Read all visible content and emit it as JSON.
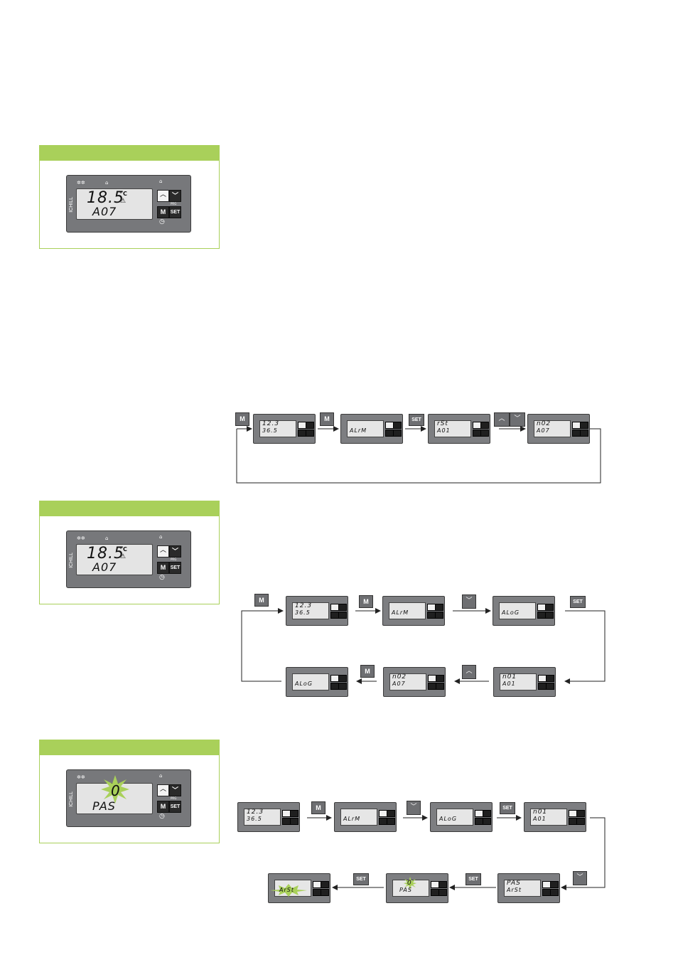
{
  "panels": [
    {
      "line1": "18.5",
      "unit": "°C",
      "line2": "A07",
      "brand": "ICHILL",
      "m_key": "M",
      "set_key": "SET",
      "prg": "PRG"
    },
    {
      "line1": "18.5",
      "unit": "°C",
      "line2": "A07",
      "brand": "ICHILL",
      "m_key": "M",
      "set_key": "SET",
      "prg": "PRG"
    },
    {
      "line1": "0",
      "line2": "PAS",
      "brand": "ICHILL",
      "m_key": "M",
      "set_key": "SET",
      "prg": "PRG"
    }
  ],
  "keys": {
    "m": "M",
    "set": "SET"
  },
  "flow1": {
    "screens": [
      {
        "l1": "12.3",
        "l2": "36.5"
      },
      {
        "l1": "",
        "l2": "ALrM"
      },
      {
        "l1": "rSt",
        "l2": "A01"
      },
      {
        "l1": "n02",
        "l2": "A07"
      }
    ]
  },
  "flow2": {
    "screens": [
      {
        "l1": "12.3",
        "l2": "36.5"
      },
      {
        "l1": "",
        "l2": "ALrM"
      },
      {
        "l1": "",
        "l2": "ALoG"
      },
      {
        "l1": "n01",
        "l2": "A01"
      },
      {
        "l1": "n02",
        "l2": "A07"
      },
      {
        "l1": "",
        "l2": "ALoG"
      }
    ]
  },
  "flow3": {
    "screens": [
      {
        "l1": "12.3",
        "l2": "36.5"
      },
      {
        "l1": "",
        "l2": "ALrM"
      },
      {
        "l1": "",
        "l2": "ALoG"
      },
      {
        "l1": "n01",
        "l2": "A01"
      },
      {
        "l1": "PAS",
        "l2": "ArSt"
      },
      {
        "l1": "0",
        "l2": "PAS"
      },
      {
        "l1": "",
        "l2": "ArSt"
      }
    ]
  },
  "colors": {
    "green": "#a9d05a",
    "panel": "#77787b",
    "lcd": "#e4e4e4"
  }
}
